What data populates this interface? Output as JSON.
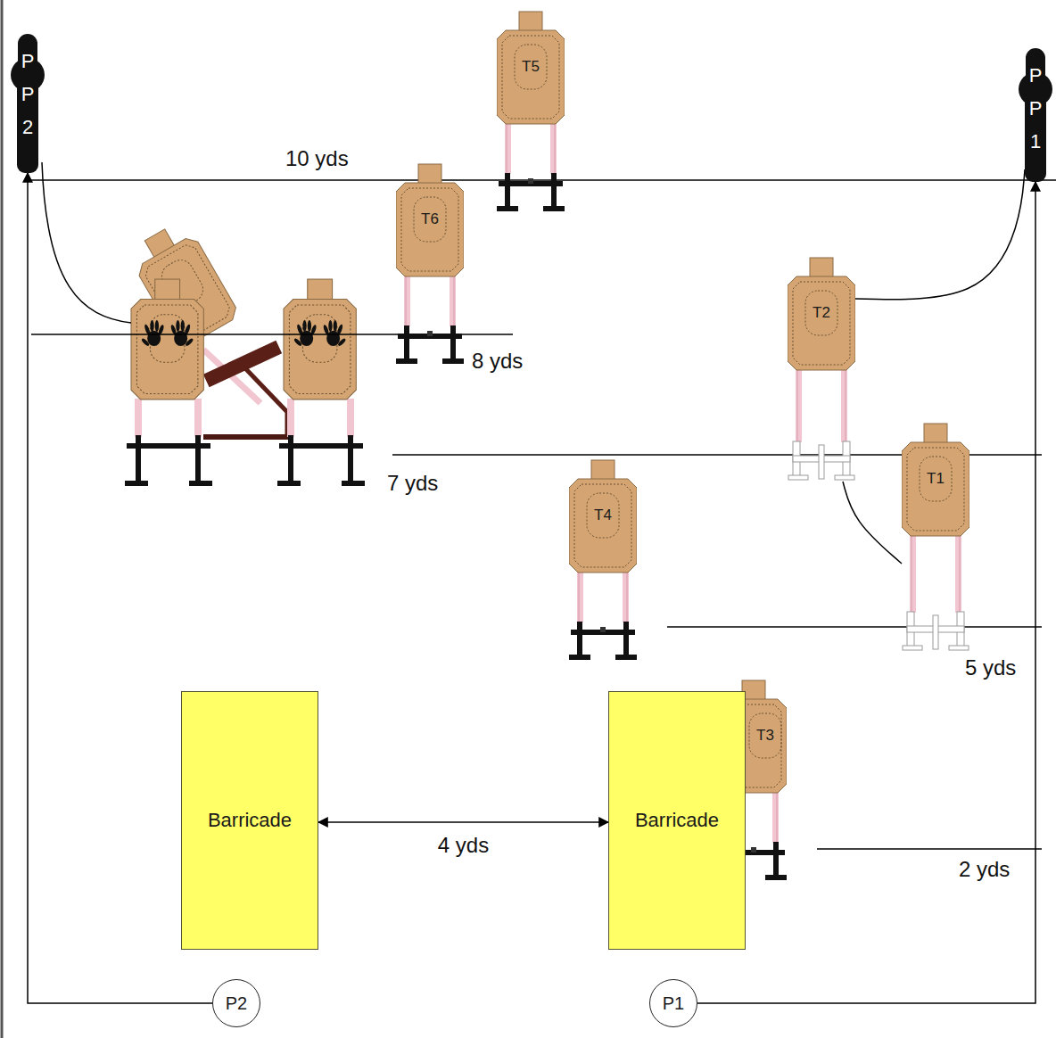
{
  "diagram": {
    "nodes": [
      {
        "text": [
          "PP2"
        ]
      },
      {
        "text": [
          "T5"
        ]
      },
      {
        "text": [
          "PP1"
        ]
      },
      {
        "text": [
          "T6"
        ]
      },
      {
        "text": [
          "T2"
        ]
      },
      {
        "text": [
          "T1"
        ]
      },
      {
        "text": [
          "T4"
        ]
      },
      {
        "text": [
          "T3"
        ]
      },
      {
        "text": [
          "Barricade"
        ]
      },
      {
        "text": [
          "Barricade"
        ]
      },
      {
        "text": [
          "P2"
        ]
      },
      {
        "text": [
          "P1"
        ]
      }
    ],
    "edges": [
      {
        "from": 10,
        "to": 0,
        "arrow": "to"
      },
      {
        "from": 11,
        "to": 2,
        "arrow": "to"
      },
      {
        "from": 8,
        "to": 9,
        "label": "4 yds",
        "arrow": "both"
      },
      {
        "from": 2,
        "to": 4,
        "arrow": "none"
      },
      {
        "from": 4,
        "to": 5,
        "arrow": "none"
      }
    ],
    "labels": [
      "10 yds",
      "8 yds",
      "7 yds",
      "5 yds",
      "2 yds"
    ]
  }
}
